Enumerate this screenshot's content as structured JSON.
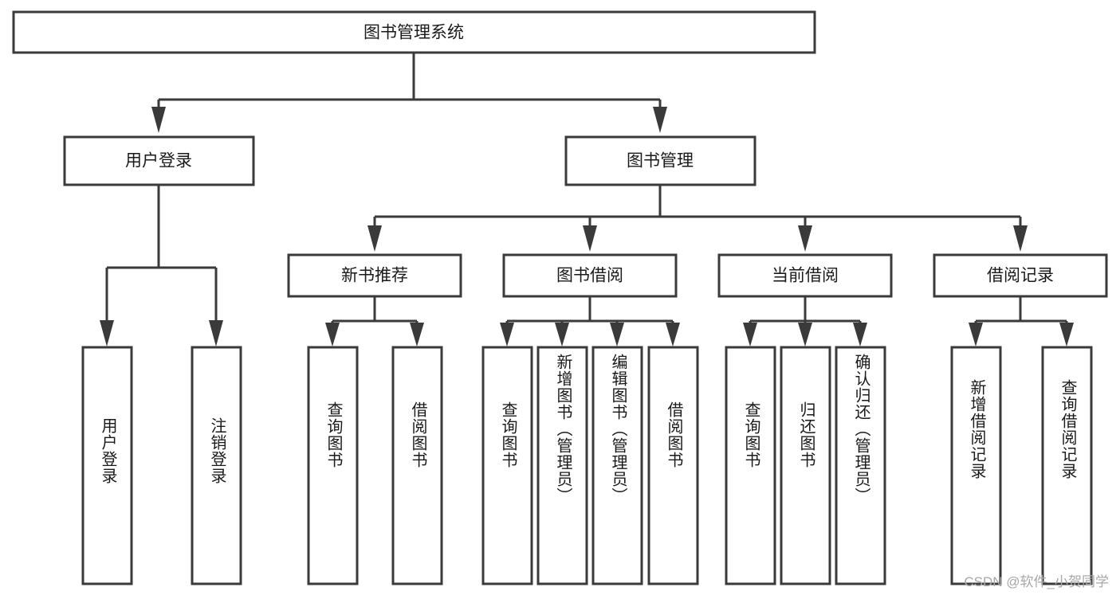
{
  "diagram": {
    "type": "tree",
    "title": "图书管理系统",
    "orientation": "top-down",
    "colors": {
      "box_stroke": "#3a3a3a",
      "box_fill": "#ffffff",
      "text": "#1a1a1a",
      "background": "#ffffff",
      "watermark": "#a8a8a8"
    },
    "root": {
      "label": "图书管理系统"
    },
    "level2": [
      {
        "label": "用户登录"
      },
      {
        "label": "图书管理"
      }
    ],
    "level3": [
      {
        "label": "新书推荐"
      },
      {
        "label": "图书借阅"
      },
      {
        "label": "当前借阅"
      },
      {
        "label": "借阅记录"
      }
    ],
    "leaves": {
      "user_login": [
        {
          "label": "用户登录"
        },
        {
          "label": "注销登录"
        }
      ],
      "new_book_recommend": [
        {
          "label": "查询图书"
        },
        {
          "label": "借阅图书"
        }
      ],
      "book_borrow": [
        {
          "label": "查询图书"
        },
        {
          "label": "新增图书（管理员）"
        },
        {
          "label": "编辑图书（管理员）"
        },
        {
          "label": "借阅图书"
        }
      ],
      "current_borrow": [
        {
          "label": "查询图书"
        },
        {
          "label": "归还图书"
        },
        {
          "label": "确认归还（管理员）"
        }
      ],
      "borrow_records": [
        {
          "label": "新增借阅记录"
        },
        {
          "label": "查询借阅记录"
        }
      ]
    }
  },
  "watermark": {
    "text": "CSDN @软件_小贺同学"
  }
}
